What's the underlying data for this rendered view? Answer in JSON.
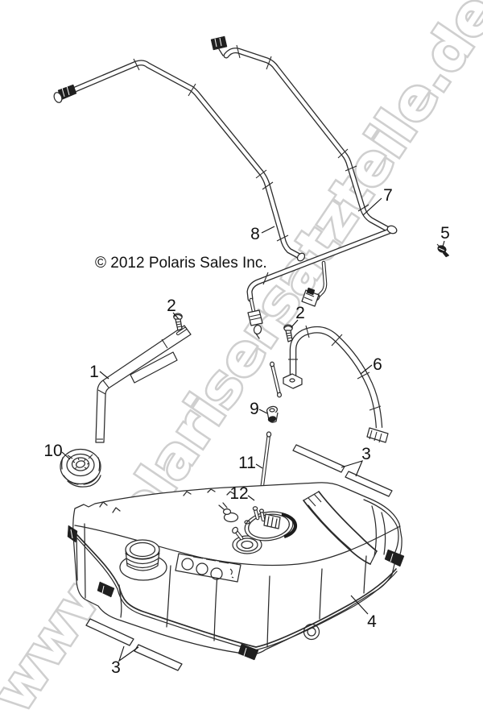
{
  "diagram": {
    "copyright": "© 2012 Polaris Sales Inc.",
    "watermark": "www.polarisersatzteile.de",
    "callouts": {
      "c1": "1",
      "c2a": "2",
      "c2b": "2",
      "c3_mid": "3",
      "c3_bottom": "3",
      "c4": "4",
      "c5": "5",
      "c6": "6",
      "c7": "7",
      "c8": "8",
      "c9": "9",
      "c10": "10",
      "c11": "11",
      "c12": "12"
    },
    "colors": {
      "background": "#ffffff",
      "line_art": "#2b2b2b",
      "watermark_stroke": "#cdcdcd",
      "watermark_fill": "#ffffff",
      "text": "#111111"
    }
  }
}
